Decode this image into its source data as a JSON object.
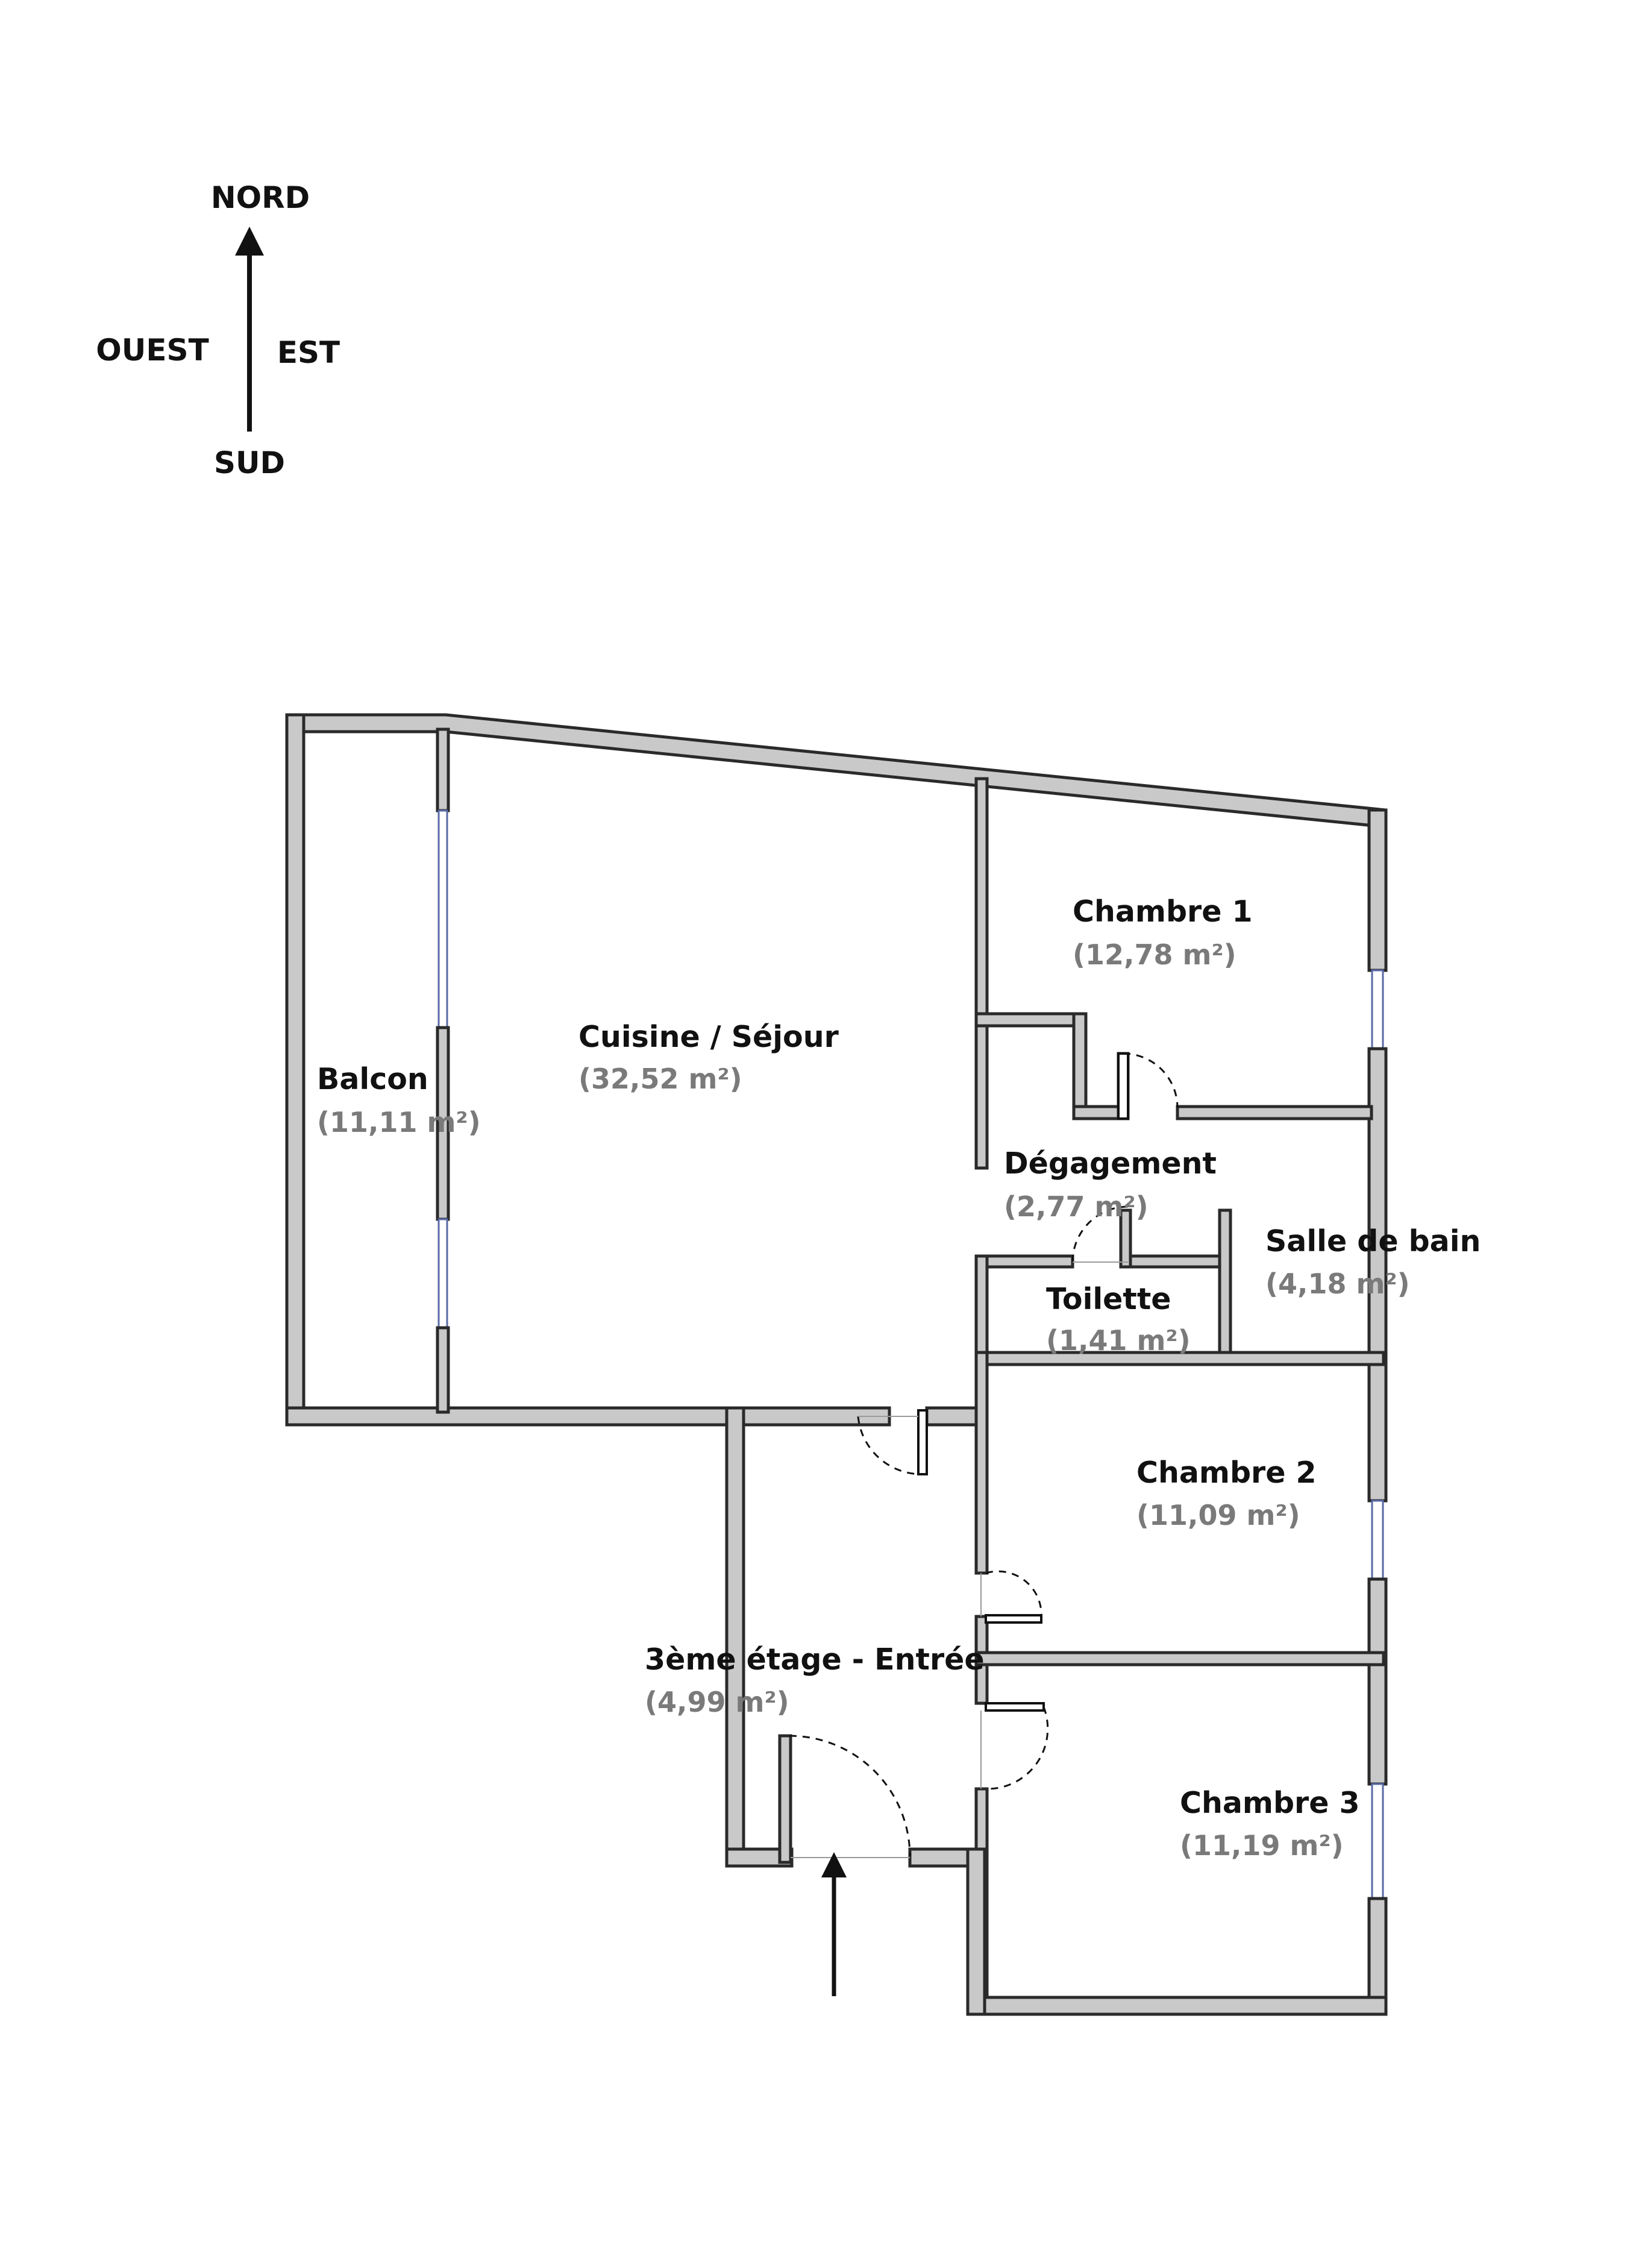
{
  "compass": {
    "north": "NORD",
    "south": "SUD",
    "west": "OUEST",
    "east": "EST"
  },
  "rooms": [
    {
      "id": "balcon",
      "name": "Balcon",
      "area": "(11,11 m²)"
    },
    {
      "id": "cuisine-sejour",
      "name": "Cuisine / Séjour",
      "area": "(32,52 m²)"
    },
    {
      "id": "chambre-1",
      "name": "Chambre 1",
      "area": "(12,78 m²)"
    },
    {
      "id": "degagement",
      "name": "Dégagement",
      "area": "(2,77 m²)"
    },
    {
      "id": "salle-de-bain",
      "name": "Salle de bain",
      "area": "(4,18 m²)"
    },
    {
      "id": "toilette",
      "name": "Toilette",
      "area": "(1,41 m²)"
    },
    {
      "id": "chambre-2",
      "name": "Chambre 2",
      "area": "(11,09 m²)"
    },
    {
      "id": "entree",
      "name": "3ème étage - Entrée",
      "area": "(4,99 m²)"
    },
    {
      "id": "chambre-3",
      "name": "Chambre 3",
      "area": "(11,19 m²)"
    }
  ],
  "colors": {
    "wall_fill": "#c9c9c9",
    "wall_stroke": "#2a2a2a",
    "window": "#5a6aa8",
    "area_text": "#7a7a7a"
  }
}
